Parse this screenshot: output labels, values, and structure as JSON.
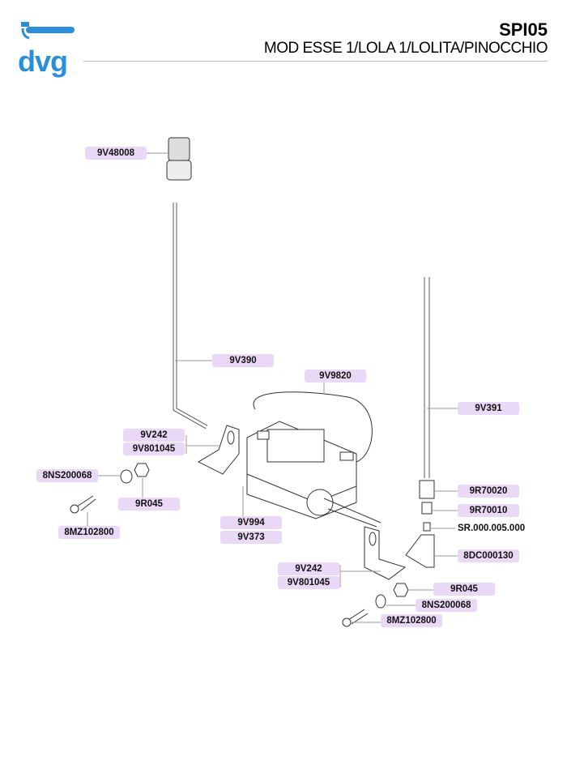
{
  "header": {
    "logo": "dvg",
    "code": "SPI05",
    "models": "MOD ESSE 1/LOLA 1/LOLITA/PINOCCHIO"
  },
  "parts": {
    "p1": "9V48008",
    "p2": "9V390",
    "p3": "9V9820",
    "p4": "9V391",
    "p5": "9V242",
    "p6": "9V801045",
    "p7": "8NS200068",
    "p8": "9R045",
    "p9": "8MZ102800",
    "p10": "9V994",
    "p11": "9V373",
    "p12": "9R70020",
    "p13": "9R70010",
    "p14": "SR.000.005.000",
    "p15": "8DC000130",
    "p16": "9V242",
    "p17": "9V801045",
    "p18": "9R045",
    "p19": "8NS200068",
    "p20": "8MZ102800"
  },
  "colors": {
    "logo": "#2a8fd8",
    "label_bg": "#ead9f6"
  }
}
